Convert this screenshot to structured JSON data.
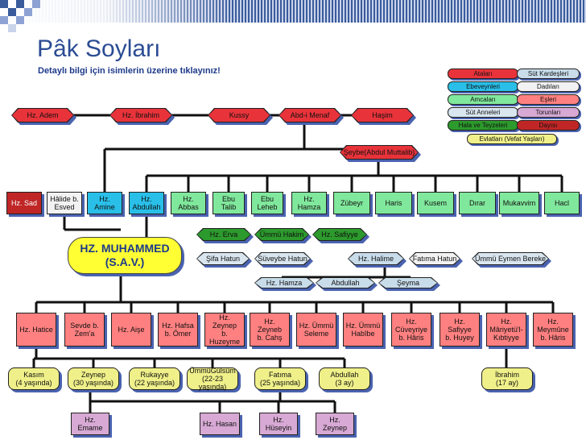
{
  "header": {
    "title": "Pâk Soyları",
    "subtitle": "Detaylı bilgi için isimlerin üzerine tıklayınız!"
  },
  "legend": [
    {
      "label": "Ataları",
      "color": "#e8333a"
    },
    {
      "label": "Süt Kardeşleri",
      "color": "#c8dcea"
    },
    {
      "label": "Ebeveynleri",
      "color": "#29bfe8"
    },
    {
      "label": "Dadıları",
      "color": "#f2f2f2"
    },
    {
      "label": "Amcaları",
      "color": "#80e89c"
    },
    {
      "label": "Eşleri",
      "color": "#ff8080"
    },
    {
      "label": "Süt Anneleri",
      "color": "#d9e6ef"
    },
    {
      "label": "Torunları",
      "color": "#d7a9d4"
    },
    {
      "label": "Hala ve Teyzeleri",
      "color": "#2c9a2c"
    },
    {
      "label": "Dayısı",
      "color": "#c02626"
    },
    {
      "label": "Evlatları (Vefat Yaşları)",
      "color": "#f0f08a"
    }
  ],
  "ancestors": [
    "Hz. Adem",
    "Hz. İbrahim",
    "Kussy",
    "Abd-i Menaf",
    "Haşim"
  ],
  "grandfather": "Şeybe(Abdul Muttalib)",
  "row3": [
    "Hz. Sad",
    "Hâlide b.\nEsved",
    "Hz.\nAmine",
    "Hz.\nAbdullah",
    "Hz.\nAbbas",
    "Ebu\nTalib",
    "Ebu\nLeheb",
    "Hz.\nHamza",
    "Zübeyr",
    "Haris",
    "Kusem",
    "Dırar",
    "Mukavvim",
    "Hacl"
  ],
  "aunts": [
    "Hz. Erva",
    "Ümmü Hakim",
    "Hz. Safiyye"
  ],
  "muhammad": {
    "line1": "HZ. MUHAMMED",
    "line2": "(S.A.V.)"
  },
  "milk_mothers": [
    "Şifa Hatun",
    "Süveybe Hatun",
    "Hz. Halime",
    "Fatıma Hatun",
    "Ümmü Eymen Bereke"
  ],
  "milk_siblings": [
    "Hz. Hamza",
    "Abdullah",
    "Şeyma"
  ],
  "wives": [
    "Hz. Hatice",
    "Sevde b.\nZem'a",
    "Hz. Aişe",
    "Hz. Hafsa\nb. Ömer",
    "Hz. Zeynep\nb.\nHuzeyme",
    "Hz. Zeyneb\nb. Cahş",
    "Hz. Ümmü\nSeleme",
    "Hz. Ümmü\nHabîbe",
    "Hz.\nCüveyriye\nb. Hâris",
    "Hz. Safiyye\nb. Huyey",
    "Hz.\nMâriyetü'l-\nKıbtiyye",
    "Hz.\nMeymûne\nb. Hâris"
  ],
  "children": [
    "Kasım\n(4 yaşında)",
    "Zeynep\n(30 yaşında)",
    "Rukayye\n(22 yaşında)",
    "ÜmmüGülsüm\n(22-23 yaşında)",
    "Fatıma\n(25 yaşında)",
    "Abdullah\n(3 ay)",
    "İbrahim\n(17 ay)"
  ],
  "grandchildren": [
    "Hz.\nEmame",
    "Hz. Hasan",
    "Hz.\nHüseyin",
    "Hz.\nZeynep"
  ]
}
